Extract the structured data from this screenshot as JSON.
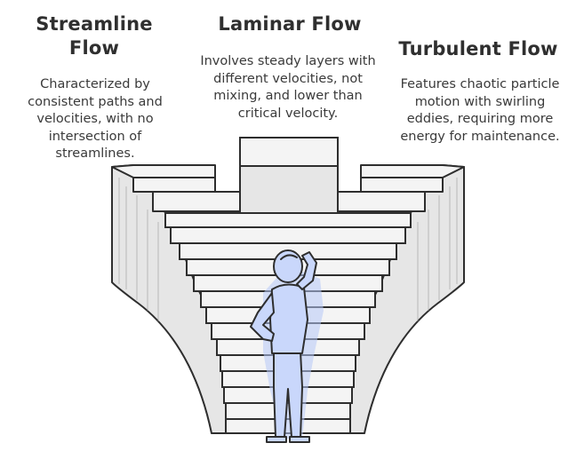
{
  "columns": [
    {
      "title": "Streamline\nFlow",
      "description": "Characterized by consistent paths and velocities, with no intersection of streamlines."
    },
    {
      "title": "Laminar Flow",
      "description": "Involves steady layers with different velocities, not mixing, and lower than critical velocity."
    },
    {
      "title": "Turbulent Flow",
      "description": "Features chaotic particle motion with swirling eddies, requiring more energy for maintenance."
    }
  ],
  "colors": {
    "structure_fill": "#e6e6e6",
    "step_fill": "#f4f4f4",
    "outline": "#2e2e2e",
    "figure_fill": "#c9d7fb",
    "figure_shadow": "#b7c9f7"
  },
  "illustration": {
    "figure": "person-scratching-head-icon",
    "structure": "three-staircases-merging-icon"
  }
}
